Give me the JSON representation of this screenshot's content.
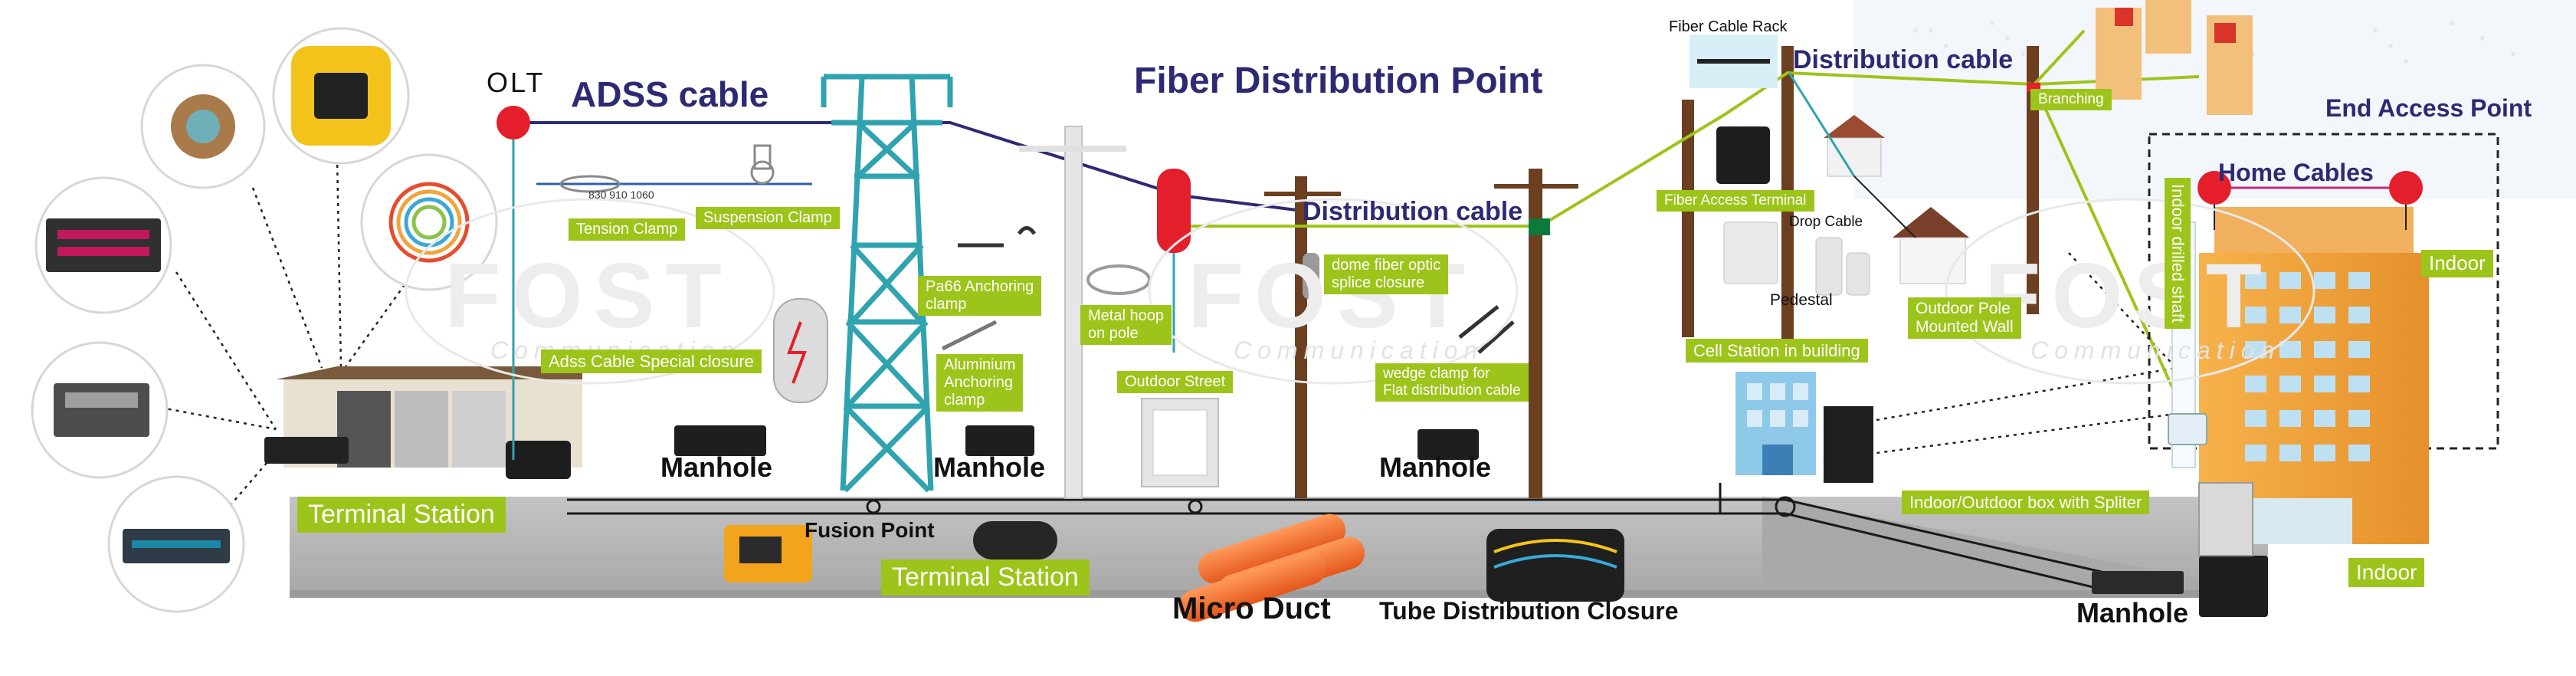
{
  "titles": {
    "olt": "OLT",
    "adss_cable": "ADSS cable",
    "fiber_distribution_point": "Fiber Distribution Point",
    "distribution_cable_mid": "Distribution cable",
    "distribution_cable_top": "Distribution cable",
    "end_access_point": "End Access Point",
    "home_cables": "Home Cables",
    "fiber_cable_rack": "Fiber Cable Rack",
    "drop_cable": "Drop Cable",
    "pedestal": "Pedestal",
    "micro_duct": "Micro Duct",
    "tube_distribution_closure": "Tube Distribution Closure",
    "fusion_point": "Fusion Point",
    "manhole_1": "Manhole",
    "manhole_2": "Manhole",
    "manhole_3": "Manhole",
    "manhole_4": "Manhole",
    "clamp_numbers": "830  910  1060"
  },
  "tags": {
    "tension_clamp": "Tension Clamp",
    "suspension_clamp": "Suspension Clamp",
    "adss_special_closure": "Adss Cable Special closure",
    "terminal_station_1": "Terminal Station",
    "terminal_station_2": "Terminal Station",
    "pa66_line1": "Pa66 Anchoring",
    "pa66_line2": "clamp",
    "aluminium_line1": "Aluminium",
    "aluminium_line2": "Anchoring",
    "aluminium_line3": "clamp",
    "metal_hoop_line1": "Metal hoop",
    "metal_hoop_line2": "on pole",
    "outdoor_street": "Outdoor Street",
    "dome_line1": "dome fiber optic",
    "dome_line2": "splice closure",
    "wedge_line1": "wedge clamp for",
    "wedge_line2": "Flat distribution cable",
    "fiber_access_terminal": "Fiber Access Terminal",
    "cell_station": "Cell Station in building",
    "outdoor_pole_line1": "Outdoor Pole",
    "outdoor_pole_line2": "Mounted Wall",
    "branching": "Branching",
    "indoor_drilled_shaft": "Indoor drilled shaft",
    "indoor_top": "Indoor",
    "indoor_bottom": "Indoor",
    "indoor_outdoor_box": "Indoor/Outdoor box with Spliter"
  },
  "watermark": {
    "brand": "FOST",
    "sub": "Communication"
  },
  "colors": {
    "navy": "#2d2a73",
    "green": "#9dc41a",
    "teal": "#2fa3b0",
    "red": "#e41e2a",
    "pole_brown": "#6b3f1f",
    "ground_gray": "#b9b9b9",
    "building_orange": "#f2a23a"
  }
}
